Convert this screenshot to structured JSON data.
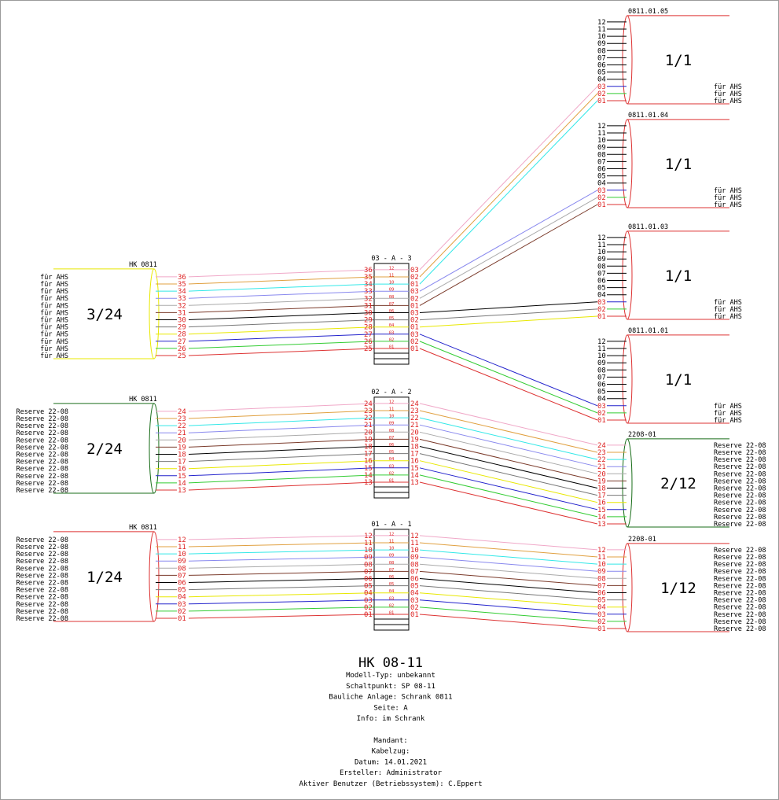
{
  "title": "HK 08-11",
  "info": [
    "Modell-Typ: unbekannt",
    "Schaltpunkt: SP 08-11",
    "Bauliche Anlage: Schrank 0811",
    "Seite: A",
    "Info: im Schrank",
    "",
    "Mandant:",
    "Kabelzug:",
    "Datum: 14.01.2021",
    "Ersteller: Administrator",
    "Aktiver Benutzer (Betriebssystem): C.Eppert"
  ],
  "fiber_colors": [
    "#dd3333",
    "#33cc33",
    "#2222cc",
    "#e8e800",
    "#777777",
    "#000000",
    "#7a3a2a",
    "#aaaaaa",
    "#8888ee",
    "#33e8e8",
    "#e0a040",
    "#f0a8c8"
  ],
  "left_cables": [
    {
      "name": "HK 0811",
      "label": "3/24",
      "sheath_color": "#e8e800",
      "fibers": [
        "25",
        "26",
        "27",
        "28",
        "29",
        "30",
        "31",
        "32",
        "33",
        "34",
        "35",
        "36"
      ],
      "side_labels": [
        "für AHS",
        "für AHS",
        "für AHS",
        "für AHS",
        "für AHS",
        "für AHS",
        "für AHS",
        "für AHS",
        "für AHS",
        "für AHS",
        "für AHS",
        "für AHS"
      ]
    },
    {
      "name": "HK 0811",
      "label": "2/24",
      "sheath_color": "#1a6e1a",
      "fibers": [
        "13",
        "14",
        "15",
        "16",
        "17",
        "18",
        "19",
        "20",
        "21",
        "22",
        "23",
        "24"
      ],
      "side_labels": [
        "Reserve 22-08",
        "Reserve 22-08",
        "Reserve 22-08",
        "Reserve 22-08",
        "Reserve 22-08",
        "Reserve 22-08",
        "Reserve 22-08",
        "Reserve 22-08",
        "Reserve 22-08",
        "Reserve 22-08",
        "Reserve 22-08",
        "Reserve 22-08"
      ]
    },
    {
      "name": "HK 0811",
      "label": "1/24",
      "sheath_color": "#dd3333",
      "fibers": [
        "01",
        "02",
        "03",
        "04",
        "05",
        "06",
        "07",
        "08",
        "09",
        "10",
        "11",
        "12"
      ],
      "side_labels": [
        "Reserve 22-08",
        "Reserve 22-08",
        "Reserve 22-08",
        "Reserve 22-08",
        "Reserve 22-08",
        "Reserve 22-08",
        "Reserve 22-08",
        "Reserve 22-08",
        "Reserve 22-08",
        "Reserve 22-08",
        "Reserve 22-08",
        "Reserve 22-08"
      ]
    }
  ],
  "splice_boxes": [
    {
      "name": "03 - A - 3",
      "in": [
        "25",
        "26",
        "27",
        "28",
        "29",
        "30",
        "31",
        "32",
        "33",
        "34",
        "35",
        "36"
      ],
      "tray": [
        "01",
        "02",
        "03",
        "04",
        "05",
        "06",
        "07",
        "08",
        "09",
        "10",
        "11",
        "12"
      ],
      "out": [
        "01",
        "02",
        "03",
        "01",
        "02",
        "03",
        "01",
        "02",
        "03",
        "01",
        "02",
        "03"
      ]
    },
    {
      "name": "02 - A - 2",
      "in": [
        "13",
        "14",
        "15",
        "16",
        "17",
        "18",
        "19",
        "20",
        "21",
        "22",
        "23",
        "24"
      ],
      "tray": [
        "01",
        "02",
        "03",
        "04",
        "05",
        "06",
        "07",
        "08",
        "09",
        "10",
        "11",
        "12"
      ],
      "out": [
        "13",
        "14",
        "15",
        "16",
        "17",
        "18",
        "19",
        "20",
        "21",
        "22",
        "23",
        "24"
      ]
    },
    {
      "name": "01 - A - 1",
      "in": [
        "01",
        "02",
        "03",
        "04",
        "05",
        "06",
        "07",
        "08",
        "09",
        "10",
        "11",
        "12"
      ],
      "tray": [
        "01",
        "02",
        "03",
        "04",
        "05",
        "06",
        "07",
        "08",
        "09",
        "10",
        "11",
        "12"
      ],
      "out": [
        "01",
        "02",
        "03",
        "04",
        "05",
        "06",
        "07",
        "08",
        "09",
        "10",
        "11",
        "12"
      ]
    }
  ],
  "right_cables": [
    {
      "name": "0811.01.05",
      "label": "1/1",
      "sheath_color": "#dd3333",
      "fibers": [
        "01",
        "02",
        "03",
        "04",
        "05",
        "06",
        "07",
        "08",
        "09",
        "10",
        "11",
        "12"
      ],
      "side_labels": [
        "für AHS",
        "für AHS",
        "für AHS"
      ]
    },
    {
      "name": "0811.01.04",
      "label": "1/1",
      "sheath_color": "#dd3333",
      "fibers": [
        "01",
        "02",
        "03",
        "04",
        "05",
        "06",
        "07",
        "08",
        "09",
        "10",
        "11",
        "12"
      ],
      "side_labels": [
        "für AHS",
        "für AHS",
        "für AHS"
      ]
    },
    {
      "name": "0811.01.03",
      "label": "1/1",
      "sheath_color": "#dd3333",
      "fibers": [
        "01",
        "02",
        "03",
        "04",
        "05",
        "06",
        "07",
        "08",
        "09",
        "10",
        "11",
        "12"
      ],
      "side_labels": [
        "für AHS",
        "für AHS",
        "für AHS"
      ]
    },
    {
      "name": "0811.01.01",
      "label": "1/1",
      "sheath_color": "#dd3333",
      "fibers": [
        "01",
        "02",
        "03",
        "04",
        "05",
        "06",
        "07",
        "08",
        "09",
        "10",
        "11",
        "12"
      ],
      "side_labels": [
        "für AHS",
        "für AHS",
        "für AHS"
      ]
    },
    {
      "name": "2208-01",
      "label": "2/12",
      "sheath_color": "#1a6e1a",
      "fibers": [
        "13",
        "14",
        "15",
        "16",
        "17",
        "18",
        "19",
        "20",
        "21",
        "22",
        "23",
        "24"
      ],
      "side_labels": [
        "Reserve 22-08",
        "Reserve 22-08",
        "Reserve 22-08",
        "Reserve 22-08",
        "Reserve 22-08",
        "Reserve 22-08",
        "Reserve 22-08",
        "Reserve 22-08",
        "Reserve 22-08",
        "Reserve 22-08",
        "Reserve 22-08",
        "Reserve 22-08"
      ]
    },
    {
      "name": "2208-01",
      "label": "1/12",
      "sheath_color": "#dd3333",
      "fibers": [
        "01",
        "02",
        "03",
        "04",
        "05",
        "06",
        "07",
        "08",
        "09",
        "10",
        "11",
        "12"
      ],
      "side_labels": [
        "Reserve 22-08",
        "Reserve 22-08",
        "Reserve 22-08",
        "Reserve 22-08",
        "Reserve 22-08",
        "Reserve 22-08",
        "Reserve 22-08",
        "Reserve 22-08",
        "Reserve 22-08",
        "Reserve 22-08",
        "Reserve 22-08",
        "Reserve 22-08"
      ]
    }
  ]
}
